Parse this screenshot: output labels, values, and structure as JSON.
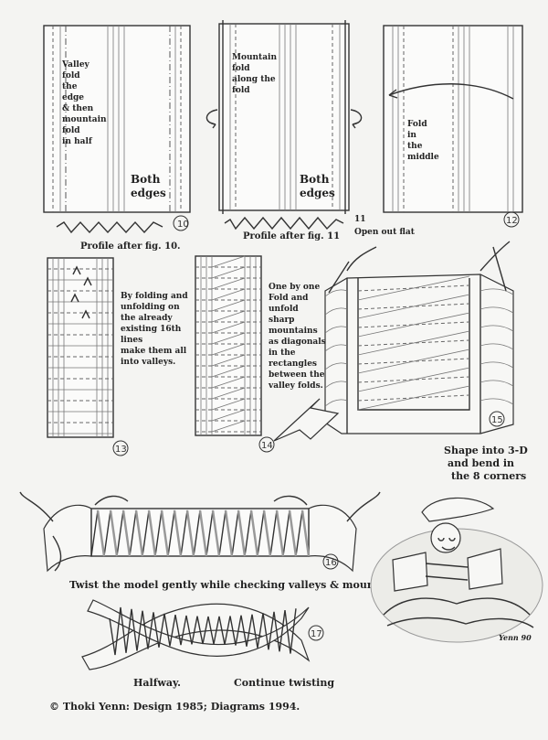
{
  "steps": {
    "s10": {
      "number": "10",
      "note": [
        "Valley",
        "fold",
        "the",
        "edge",
        "& then",
        "mountain",
        "fold",
        "in half"
      ],
      "both": [
        "Both",
        "edges"
      ]
    },
    "s11": {
      "number": "11",
      "note": [
        "Mountain",
        "fold",
        "along the",
        "fold"
      ],
      "both": [
        "Both",
        "edges"
      ]
    },
    "s12": {
      "number": "12",
      "note": [
        "Fold",
        "in",
        "the",
        "middle"
      ]
    },
    "s13": {
      "number": "13",
      "note": [
        "By folding and",
        "unfolding on",
        "the already",
        "existing 16th",
        "lines",
        "make them all",
        "into valleys."
      ]
    },
    "s14": {
      "number": "14",
      "note": [
        "One by one",
        "Fold and",
        "unfold",
        "sharp",
        "mountains",
        "as diagonals",
        "in the",
        "rectangles",
        "between the",
        "valley folds."
      ]
    },
    "s15": {
      "number": "15",
      "note": [
        "Shape into 3-D",
        "and bend in",
        "the 8 corners"
      ]
    },
    "s16": {
      "number": "16",
      "caption": "Twist the model gently while checking valleys & mountains"
    },
    "s17": {
      "number": "17",
      "left": "Halfway.",
      "right": "Continue twisting"
    }
  },
  "profiles": {
    "p10": "Profile after fig. 10.",
    "p11": "Profile after fig. 11",
    "open": "Open out flat"
  },
  "credit": "© Thoki Yenn: Design 1985; Diagrams 1994."
}
